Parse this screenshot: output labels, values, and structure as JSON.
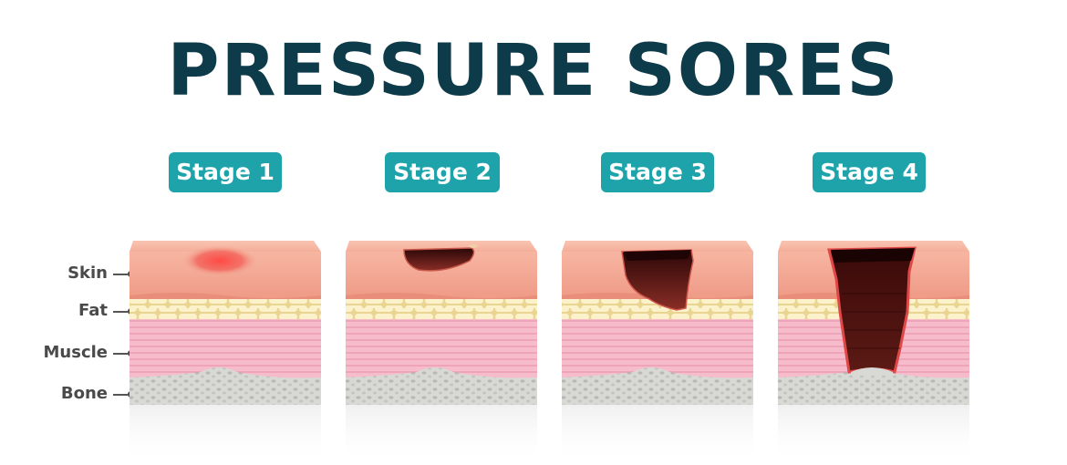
{
  "title": "PRESSURE SORES",
  "stages": [
    {
      "label": "Stage 1"
    },
    {
      "label": "Stage 2"
    },
    {
      "label": "Stage 3"
    },
    {
      "label": "Stage 4"
    }
  ],
  "layers": {
    "skin": "Skin",
    "fat": "Fat",
    "muscle": "Muscle",
    "bone": "Bone"
  },
  "colors": {
    "title": "#0e3b4a",
    "badge": "#1ea3ab",
    "skin": "#f2a58f",
    "fat": "#f4e6b0",
    "muscle": "#f5b8c6",
    "bone": "#cfcfcf",
    "wound": "#4a1414"
  }
}
